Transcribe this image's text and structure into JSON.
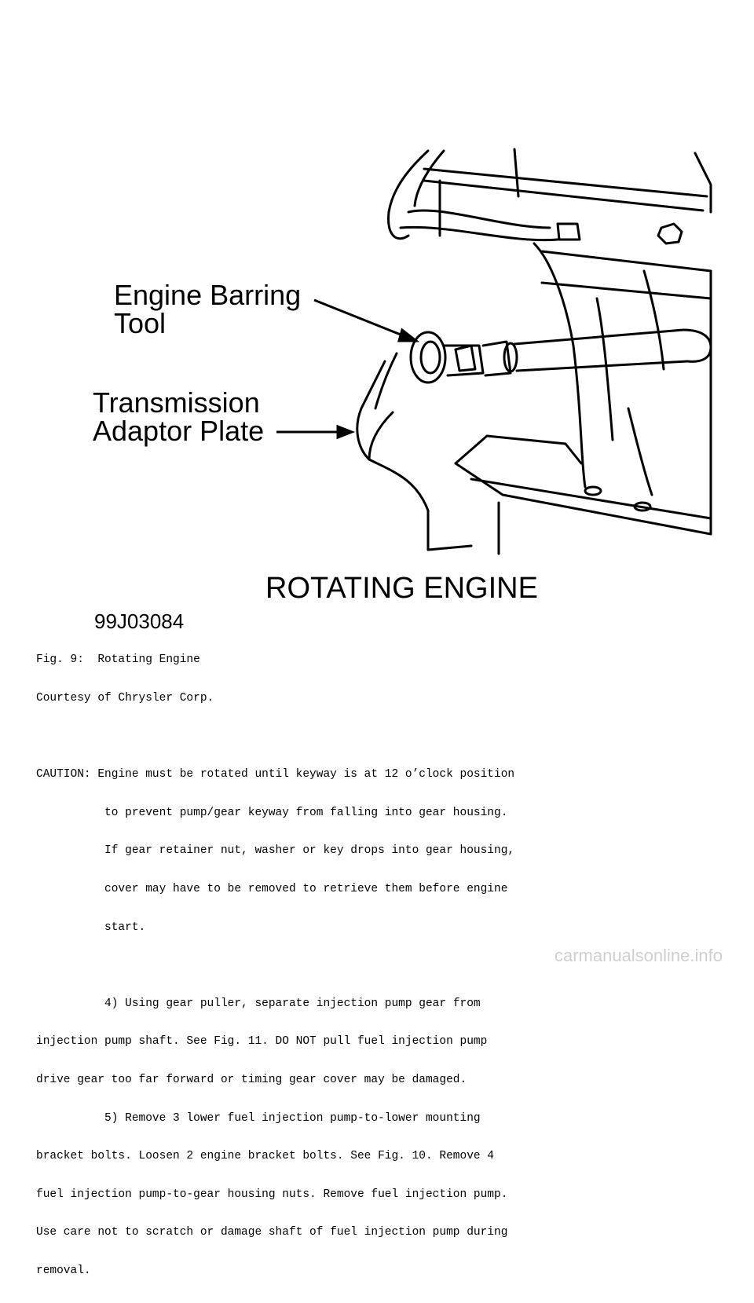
{
  "figure": {
    "callout_1": [
      "Engine Barring",
      "Tool"
    ],
    "callout_2": [
      "Transmission",
      "Adaptor Plate"
    ],
    "title": "ROTATING ENGINE",
    "id": "99J03084"
  },
  "text": {
    "caption": "Fig. 9:  Rotating Engine",
    "courtesy": "Courtesy of Chrysler Corp.",
    "caution_lines": [
      "CAUTION: Engine must be rotated until keyway is at 12 o’clock position",
      "          to prevent pump/gear keyway from falling into gear housing.",
      "          If gear retainer nut, washer or key drops into gear housing,",
      "          cover may have to be removed to retrieve them before engine",
      "          start."
    ],
    "step4_lines": [
      "          4) Using gear puller, separate injection pump gear from",
      "injection pump shaft. See Fig. 11. DO NOT pull fuel injection pump",
      "drive gear too far forward or timing gear cover may be damaged."
    ],
    "step5_lines": [
      "          5) Remove 3 lower fuel injection pump-to-lower mounting",
      "bracket bolts. Loosen 2 engine bracket bolts. See Fig. 10. Remove 4",
      "fuel injection pump-to-gear housing nuts. Remove fuel injection pump.",
      "Use care not to scratch or damage shaft of fuel injection pump during",
      "removal."
    ]
  },
  "watermark": "carmanualsonline.info"
}
